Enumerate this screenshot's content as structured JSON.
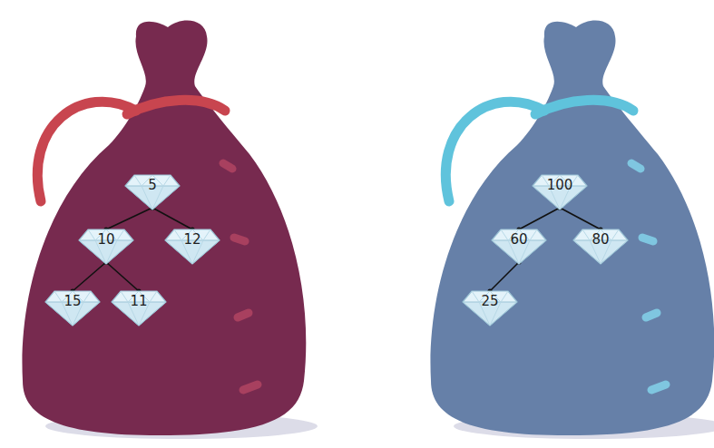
{
  "diagram": {
    "nodes": [
      {
        "text": [
          "5"
        ]
      },
      {
        "text": [
          "10"
        ]
      },
      {
        "text": [
          "12"
        ]
      },
      {
        "text": [
          "15"
        ]
      },
      {
        "text": [
          "11"
        ]
      },
      {
        "text": [
          "100"
        ]
      },
      {
        "text": [
          "60"
        ]
      },
      {
        "text": [
          "80"
        ]
      },
      {
        "text": [
          "25"
        ]
      }
    ],
    "edges": [
      {
        "from": 0,
        "to": 1,
        "arrow": "none"
      },
      {
        "from": 0,
        "to": 2,
        "arrow": "none"
      },
      {
        "from": 1,
        "to": 3,
        "arrow": "none"
      },
      {
        "from": 1,
        "to": 4,
        "arrow": "none"
      },
      {
        "from": 5,
        "to": 6,
        "arrow": "none"
      },
      {
        "from": 5,
        "to": 7,
        "arrow": "none"
      },
      {
        "from": 6,
        "to": 8,
        "arrow": "none"
      }
    ]
  }
}
